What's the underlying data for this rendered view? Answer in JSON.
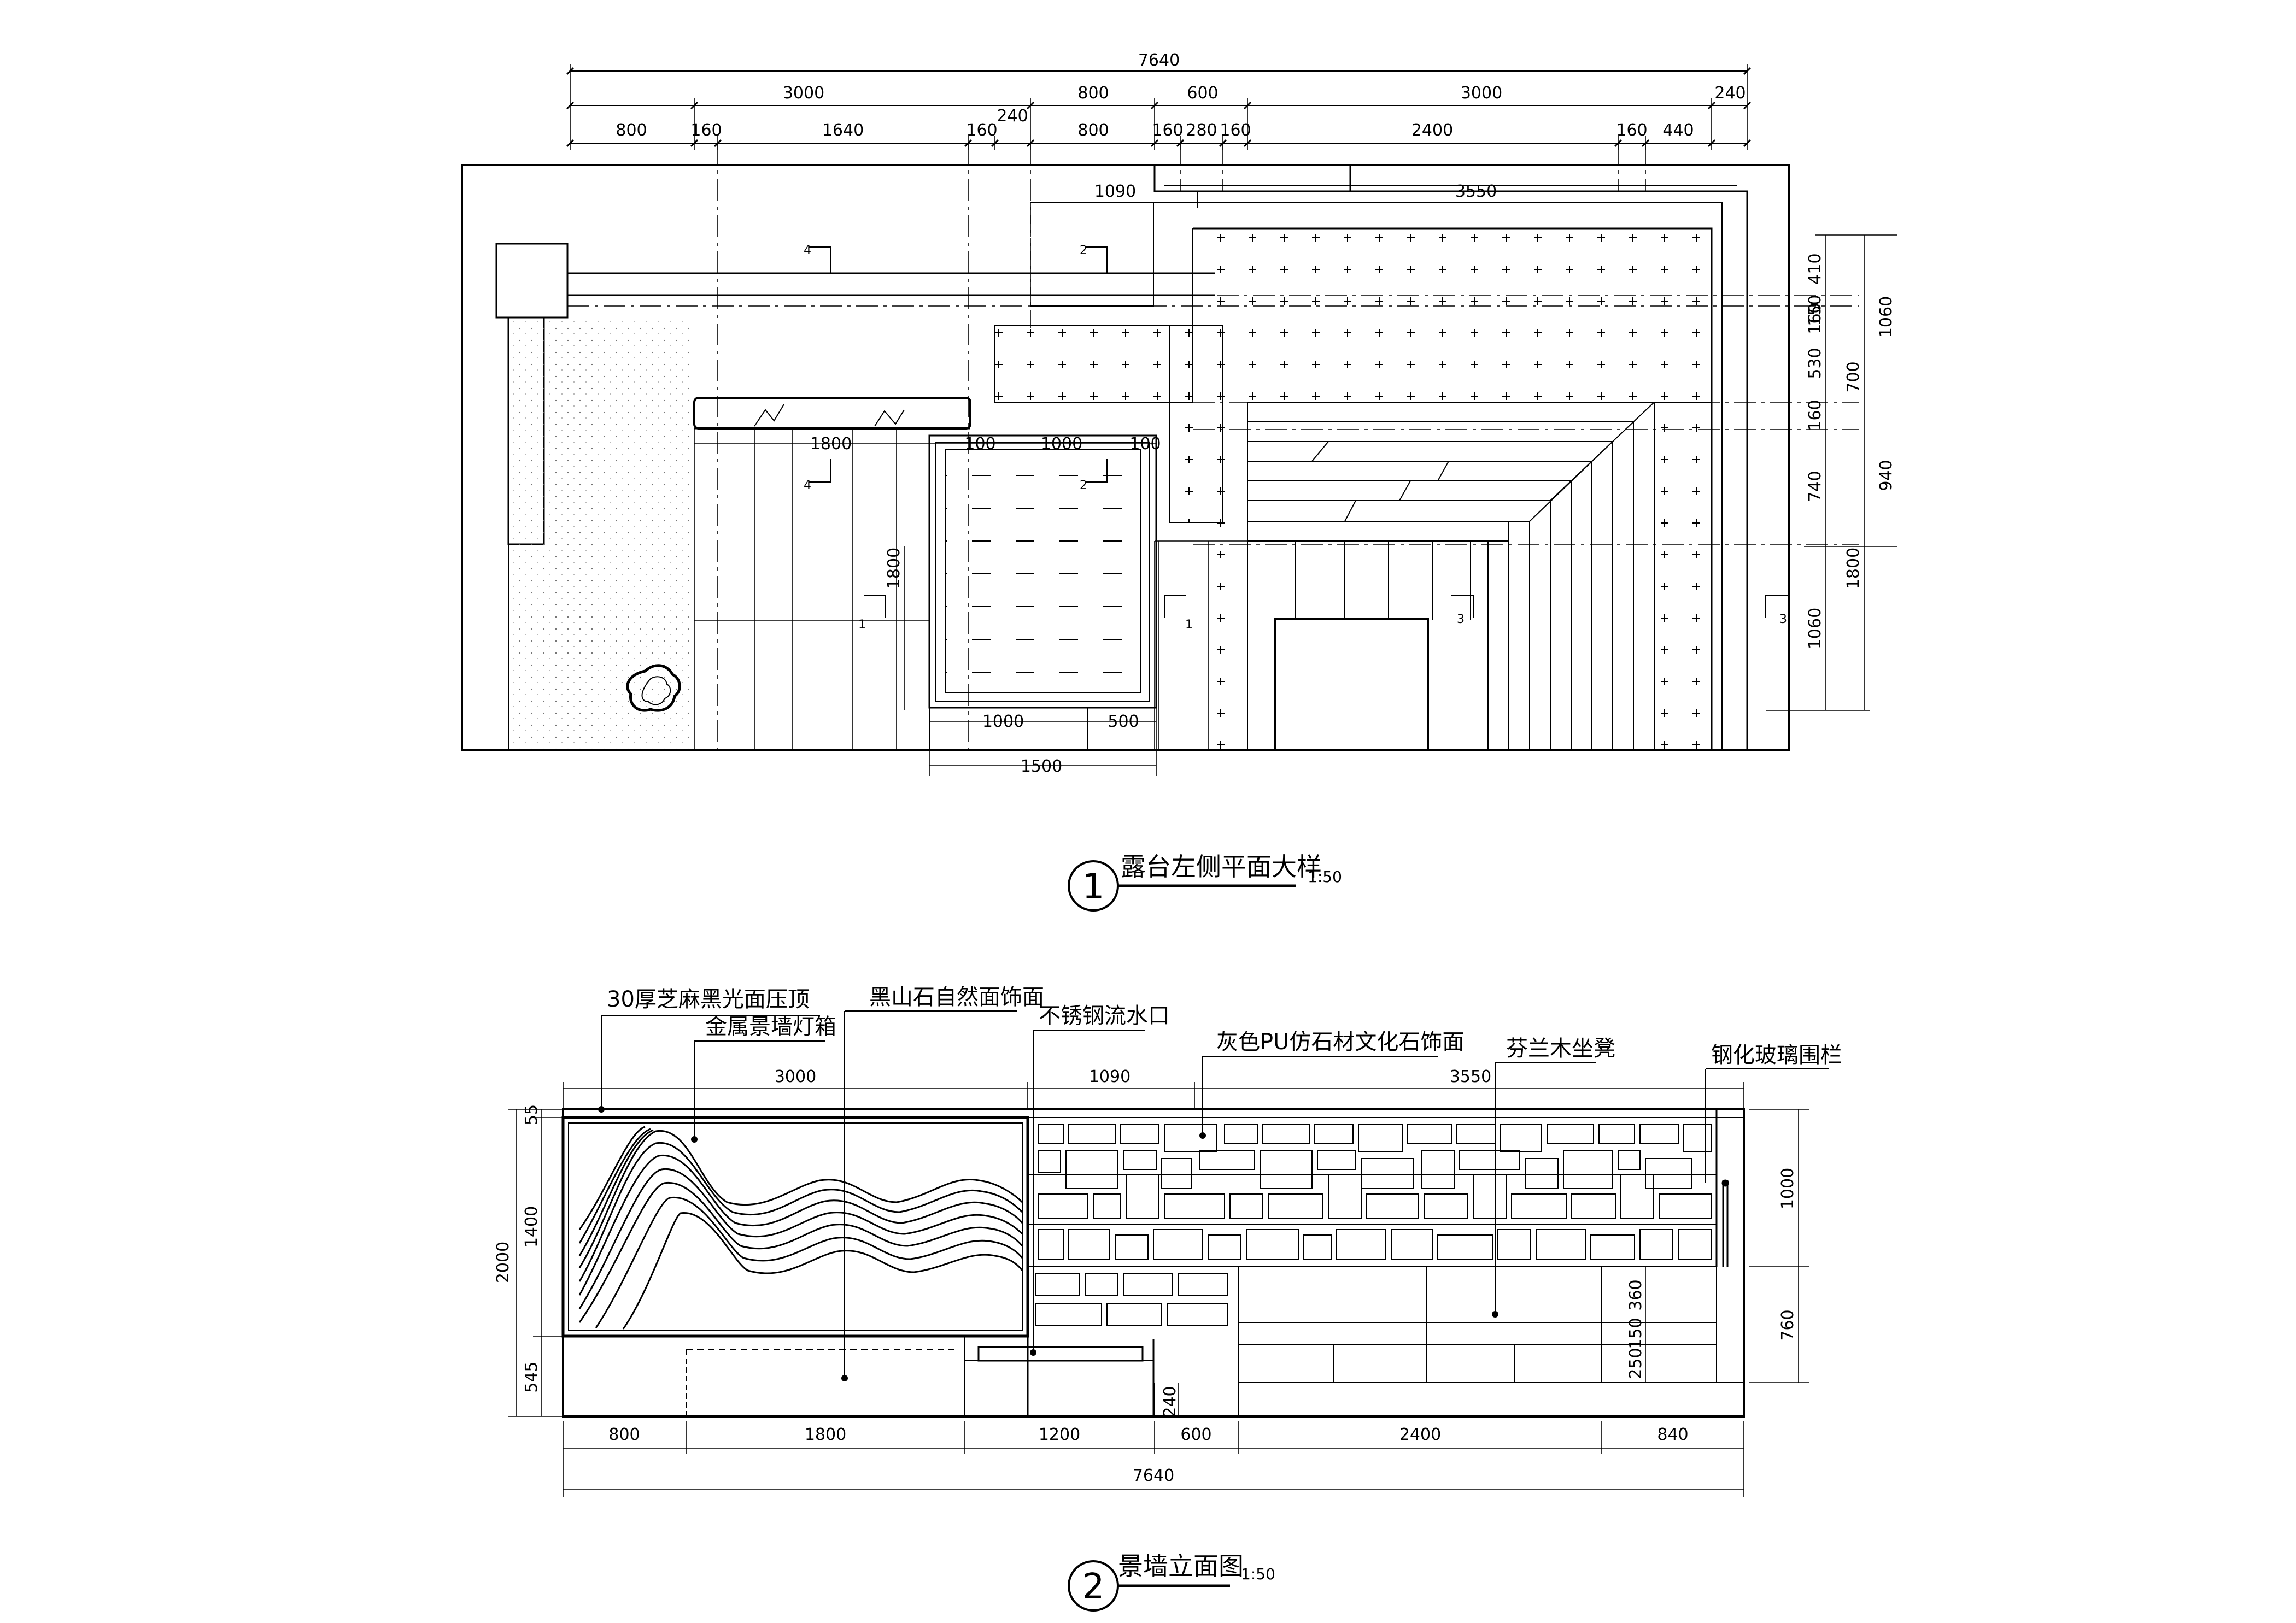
{
  "plan": {
    "title": "露台左侧平面大样",
    "scale": "1:50",
    "number": "1",
    "dims": {
      "top_total": "7640",
      "top_row2": [
        "3000",
        "800",
        "600",
        "3000",
        "240"
      ],
      "top_row3": [
        "800",
        "160",
        "1640",
        "160",
        "240",
        "800",
        "160",
        "280",
        "160",
        "2400",
        "160",
        "440"
      ],
      "inner_top": [
        "1090",
        "3550"
      ],
      "pool_top": [
        "1800",
        "100",
        "1000",
        "100"
      ],
      "pool_side": "1800",
      "bottom_row1": [
        "1000",
        "500"
      ],
      "bottom_row2": "1500",
      "right_col1": [
        "410",
        "150",
        "160",
        "530",
        "160",
        "740",
        "1800",
        "1060"
      ],
      "right_col2": [
        "1060",
        "700",
        "940"
      ]
    },
    "section_marks": [
      "4",
      "2",
      "4",
      "2",
      "1",
      "1",
      "3",
      "3"
    ]
  },
  "elevation": {
    "title": "景墙立面图",
    "scale": "1:50",
    "number": "2",
    "labels": [
      "30厚芝麻黑光面压顶",
      "金属景墙灯箱",
      "黑山石自然面饰面",
      "不锈钢流水口",
      "灰色PU仿石材文化石饰面",
      "芬兰木坐凳",
      "钢化玻璃围栏"
    ],
    "dims_top": [
      "3000",
      "1090",
      "3550"
    ],
    "dims_bottom_row1": [
      "800",
      "1800",
      "1200",
      "600",
      "2400",
      "840"
    ],
    "dims_bottom_total": "7640",
    "dims_left_outer": "2000",
    "dims_left_inner": [
      "55",
      "1400",
      "545"
    ],
    "dims_right_outer": [
      "1000",
      "760"
    ],
    "dims_right_inner": [
      "360",
      "150",
      "250"
    ],
    "dim_240": "240"
  },
  "colors": {
    "line": "#000000",
    "background": "#ffffff"
  }
}
